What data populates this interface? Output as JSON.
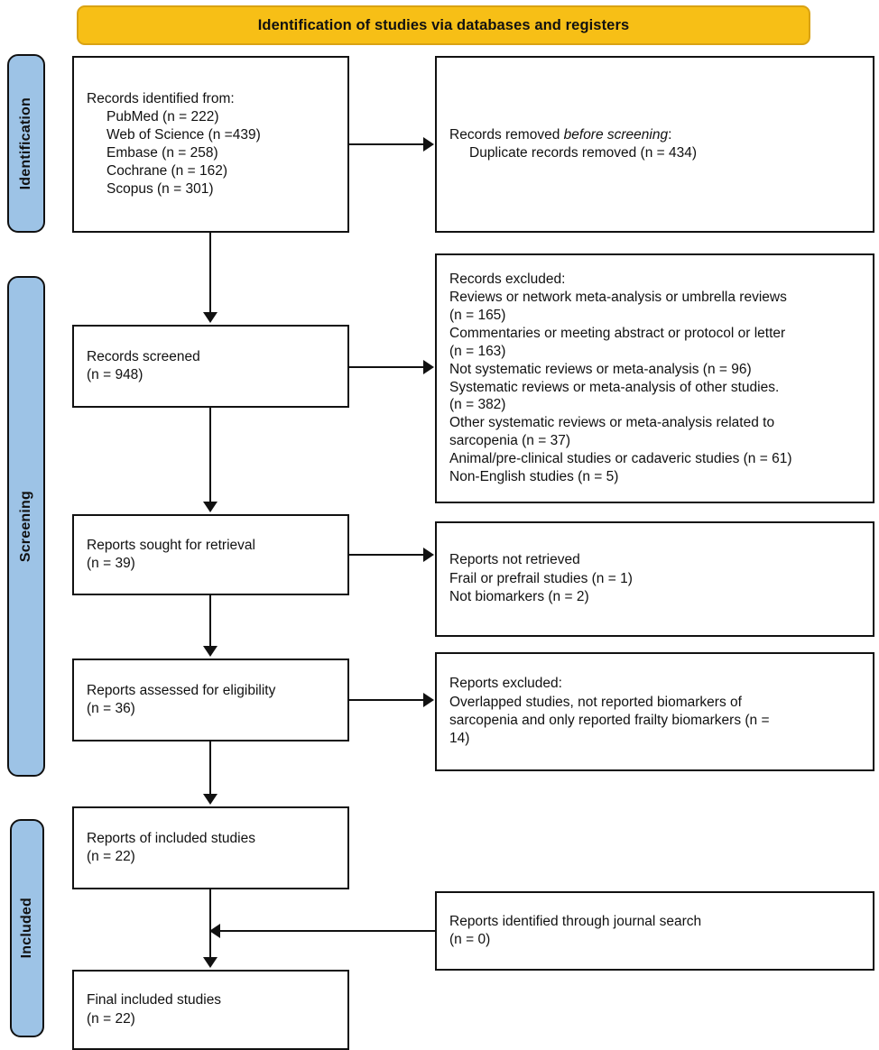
{
  "banner": {
    "title": "Identification of studies via databases and registers"
  },
  "phases": [
    {
      "id": "identification",
      "label": "Identification"
    },
    {
      "id": "screening",
      "label": "Screening"
    },
    {
      "id": "included",
      "label": "Included"
    }
  ],
  "colors": {
    "banner_fill": "#F7BF16",
    "banner_border": "#D9A213",
    "phase_fill": "#9DC3E6",
    "box_border": "#111111",
    "box_fill": "#FFFFFF",
    "text": "#111111"
  },
  "boxes": {
    "identified": {
      "name": "records-identified-from",
      "lines": [
        {
          "text": "Records identified from:",
          "indent": false
        },
        {
          "text": "PubMed (n = 222)",
          "indent": true
        },
        {
          "text": "Web of Science (n =439)",
          "indent": true
        },
        {
          "text": "Embase (n = 258)",
          "indent": true
        },
        {
          "text": "Cochrane (n = 162)",
          "indent": true
        },
        {
          "text": "Scopus (n = 301)",
          "indent": true
        }
      ]
    },
    "removed": {
      "name": "records-removed-before-screening",
      "lines": [
        {
          "text": "Records removed ",
          "italic_part": "before screening",
          "suffix": ":",
          "indent": false
        },
        {
          "text": "Duplicate records removed (n = 434)",
          "indent": true
        }
      ]
    },
    "screened": {
      "name": "records-screened",
      "lines": [
        {
          "text": "Records screened",
          "indent": false
        },
        {
          "text": "(n = 948)",
          "indent": false
        }
      ]
    },
    "records_excluded": {
      "name": "records-excluded",
      "lines": [
        {
          "text": "Records excluded:",
          "indent": false
        },
        {
          "text": "Reviews or network meta-analysis or umbrella reviews",
          "indent": false
        },
        {
          "text": "(n = 165)",
          "indent": false
        },
        {
          "text": "Commentaries or meeting abstract or protocol or letter",
          "indent": false
        },
        {
          "text": "(n = 163)",
          "indent": false
        },
        {
          "text": "Not systematic reviews or meta-analysis (n = 96)",
          "indent": false
        },
        {
          "text": "Systematic reviews or meta-analysis of other studies.",
          "indent": false
        },
        {
          "text": "(n = 382)",
          "indent": false
        },
        {
          "text": "Other systematic reviews or meta-analysis related to",
          "indent": false
        },
        {
          "text": "sarcopenia (n = 37)",
          "indent": false
        },
        {
          "text": "Animal/pre-clinical studies or cadaveric studies (n = 61)",
          "indent": false
        },
        {
          "text": "Non-English studies (n = 5)",
          "indent": false
        }
      ]
    },
    "sought": {
      "name": "reports-sought-for-retrieval",
      "lines": [
        {
          "text": "Reports sought for retrieval",
          "indent": false
        },
        {
          "text": "(n = 39)",
          "indent": false
        }
      ]
    },
    "not_retrieved": {
      "name": "reports-not-retrieved",
      "lines": [
        {
          "text": "Reports not retrieved",
          "indent": false
        },
        {
          "text": "Frail or prefrail studies (n = 1)",
          "indent": false
        },
        {
          "text": "Not biomarkers (n = 2)",
          "indent": false
        }
      ]
    },
    "assessed": {
      "name": "reports-assessed-for-eligibility",
      "lines": [
        {
          "text": "Reports assessed for eligibility",
          "indent": false
        },
        {
          "text": "(n = 36)",
          "indent": false
        }
      ]
    },
    "reports_excluded": {
      "name": "reports-excluded",
      "lines": [
        {
          "text": "Reports excluded:",
          "indent": false
        },
        {
          "text": "Overlapped studies, not reported biomarkers of",
          "indent": false
        },
        {
          "text": "sarcopenia and only reported frailty biomarkers (n =",
          "indent": false
        },
        {
          "text": "14)",
          "indent": false
        }
      ]
    },
    "reports_included": {
      "name": "reports-of-included-studies",
      "lines": [
        {
          "text": "Reports of included studies",
          "indent": false
        },
        {
          "text": "(n = 22)",
          "indent": false
        }
      ]
    },
    "journal": {
      "name": "reports-identified-through-journal-search",
      "lines": [
        {
          "text": "Reports identified through journal search",
          "indent": false
        },
        {
          "text": "(n = 0)",
          "indent": false
        }
      ]
    },
    "final": {
      "name": "final-included-studies",
      "lines": [
        {
          "text": "Final included studies",
          "indent": false
        },
        {
          "text": "(n = 22)",
          "indent": false
        }
      ]
    }
  }
}
